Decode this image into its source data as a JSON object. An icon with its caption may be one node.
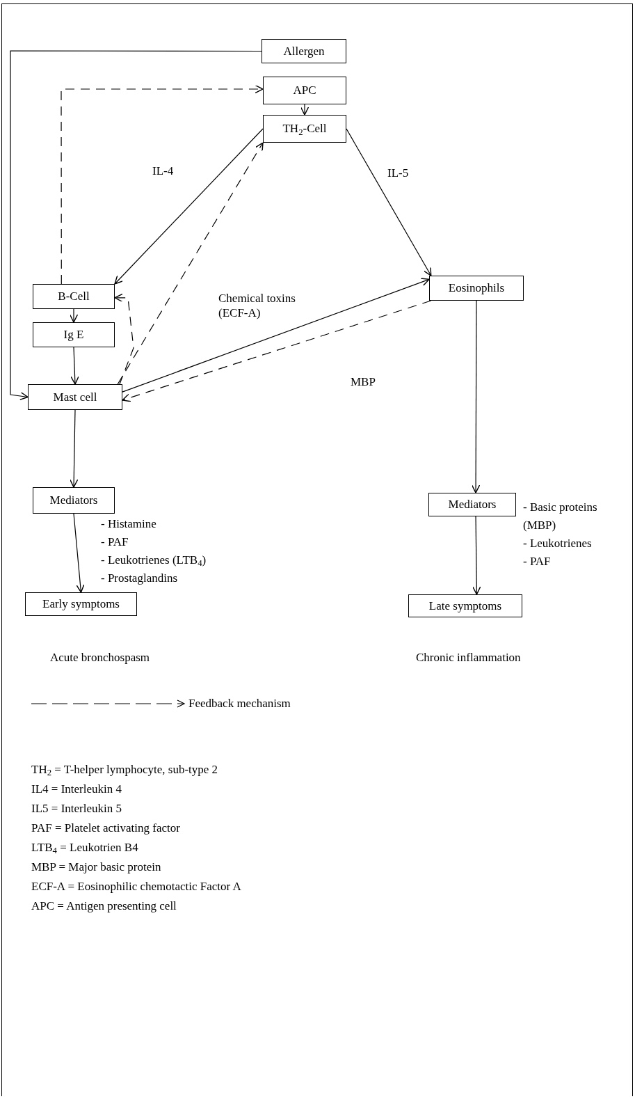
{
  "diagram": {
    "nodes": [
      {
        "text": [
          "Allergen"
        ]
      },
      {
        "text": [
          "APC"
        ]
      },
      {
        "text": [
          "TH$_{2}$-Cell"
        ]
      },
      {
        "text": [
          "B-Cell"
        ]
      },
      {
        "text": [
          "Ig E"
        ]
      },
      {
        "text": [
          "Mast cell"
        ]
      },
      {
        "text": [
          "Eosinophils"
        ]
      },
      {
        "text": [
          "Mediators"
        ],
        "beside": [
          "- Histamine",
          "- PAF",
          "- Leukotrienes (LTB$_{4}$)",
          "- Prostaglandins"
        ]
      },
      {
        "text": [
          "Mediators"
        ],
        "beside": [
          "- Basic proteins (MBP)",
          "- Leukotrienes",
          "- PAF"
        ]
      },
      {
        "text": [
          "Early symptoms"
        ]
      },
      {
        "text": [
          "Late symptoms"
        ]
      }
    ],
    "edges": [
      {
        "from": 0,
        "to": 5,
        "arrow": "to"
      },
      {
        "from": 1,
        "to": 2,
        "arrow": "to"
      },
      {
        "from": 3,
        "to": 1,
        "arrow": "to",
        "style": "dashed"
      },
      {
        "from": 2,
        "to": 3,
        "arrow": "to",
        "label": "IL-4"
      },
      {
        "from": 2,
        "to": 6,
        "arrow": "to",
        "label": "IL-5"
      },
      {
        "from": 5,
        "to": 2,
        "arrow": "to",
        "style": "dashed"
      },
      {
        "from": 5,
        "to": 3,
        "arrow": "to",
        "style": "dashed"
      },
      {
        "from": 3,
        "to": 4,
        "arrow": "to"
      },
      {
        "from": 4,
        "to": 5,
        "arrow": "to"
      },
      {
        "from": 5,
        "to": 6,
        "arrow": "to",
        "label": "Chemical toxins (ECF-A)"
      },
      {
        "from": 6,
        "to": 5,
        "arrow": "to",
        "style": "dashed",
        "label": "MBP"
      },
      {
        "from": 5,
        "to": 7,
        "arrow": "to"
      },
      {
        "from": 7,
        "to": 9,
        "arrow": "to"
      },
      {
        "from": 6,
        "to": 8,
        "arrow": "to"
      },
      {
        "from": 8,
        "to": 10,
        "arrow": "to"
      }
    ],
    "labels": [
      "Acute bronchospasm",
      "Chronic inflammation",
      "TH$_{2}$ = T-helper lymphocyte, sub-type 2",
      "IL4 = Interleukin 4",
      "IL5 = Interleukin 5",
      "PAF = Platelet activating factor",
      "LTB$_{4}$ = Leukotrien B4",
      "MBP = Major basic protein",
      "ECF-A = Eosinophilic chemotactic Factor A",
      "APC = Antigen presenting cell"
    ],
    "legend": [
      {
        "text": "Feedback mechanism"
      }
    ]
  }
}
